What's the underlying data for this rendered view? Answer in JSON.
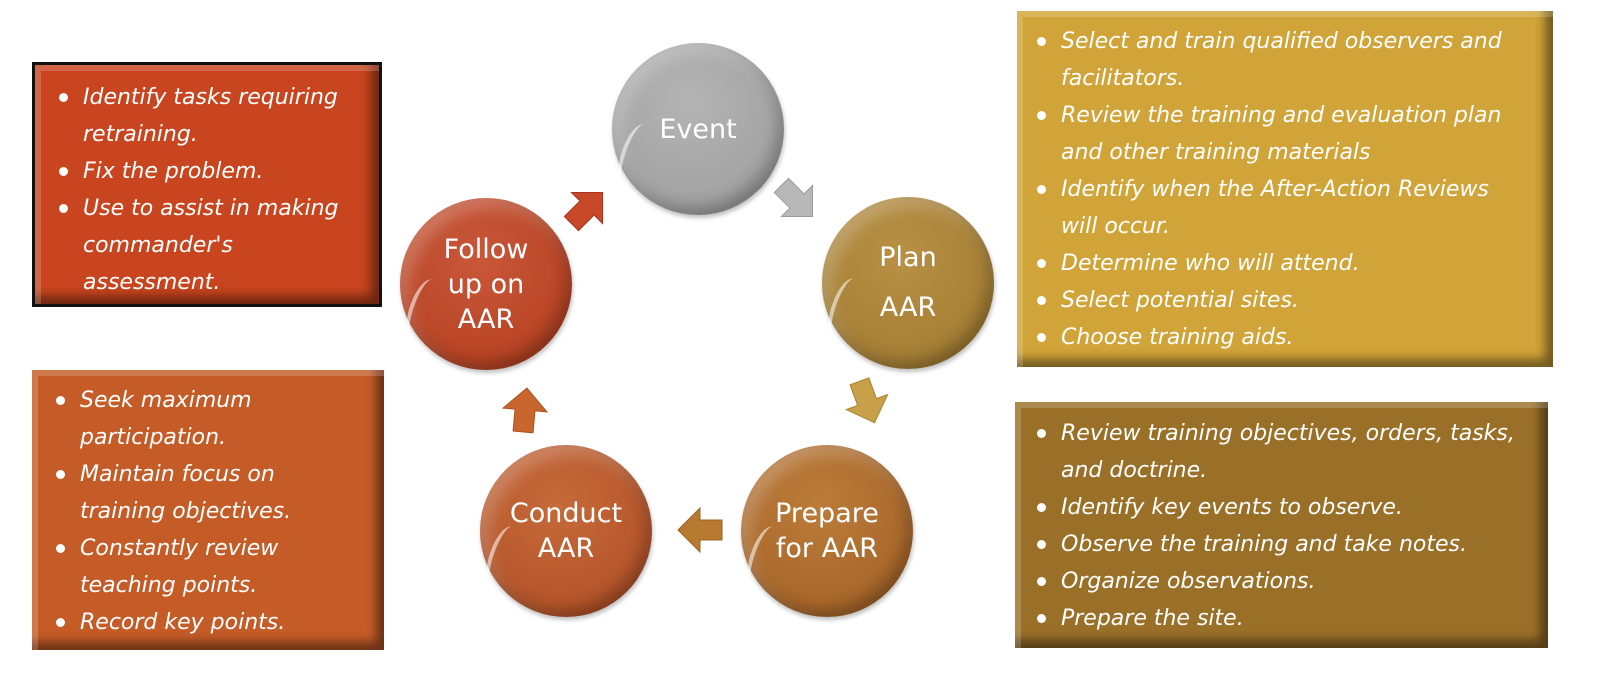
{
  "diagram": {
    "title": "After-Action Review Cycle",
    "steps": [
      {
        "id": "event",
        "label": "Event",
        "color": "#a8a8a8"
      },
      {
        "id": "plan",
        "label": "Plan\nAAR",
        "color": "#a8823a"
      },
      {
        "id": "prepare",
        "label": "Prepare\nfor AAR",
        "color": "#a96a2c"
      },
      {
        "id": "conduct",
        "label": "Conduct\nAAR",
        "color": "#b5552a"
      },
      {
        "id": "followup",
        "label": "Follow\nup on\nAAR",
        "color": "#b84424"
      }
    ],
    "arrows": [
      {
        "from": "event",
        "to": "plan",
        "color": "#b8b8b8"
      },
      {
        "from": "plan",
        "to": "prepare",
        "color": "#c9a04a"
      },
      {
        "from": "prepare",
        "to": "conduct",
        "color": "#b87a30"
      },
      {
        "from": "conduct",
        "to": "followup",
        "color": "#c8662e"
      },
      {
        "from": "followup",
        "to": "event",
        "color": "#c8482a"
      }
    ]
  },
  "boxes": {
    "followup": {
      "color": "#c9451f",
      "items": [
        "Identify tasks requiring retraining.",
        "Fix the problem.",
        "Use to assist in making commander's assessment."
      ]
    },
    "conduct": {
      "color": "#c55c28",
      "items": [
        "Seek maximum participation.",
        "Maintain focus on training objectives.",
        "Constantly review teaching points.",
        " Record key points."
      ]
    },
    "plan": {
      "color": "#d0a438",
      "items": [
        "Select and train qualified observers and facilitators.",
        "Review the training and evaluation plan and other training materials",
        "Identify when the After-Action Reviews will occur.",
        "Determine who will attend.",
        "Select potential sites.",
        "Choose training aids."
      ]
    },
    "prepare": {
      "color": "#9a7029",
      "items": [
        "Review training objectives, orders, tasks, and doctrine.",
        "Identify key events to observe.",
        "Observe the training and take notes.",
        "Organize observations.",
        "Prepare the site."
      ]
    }
  }
}
